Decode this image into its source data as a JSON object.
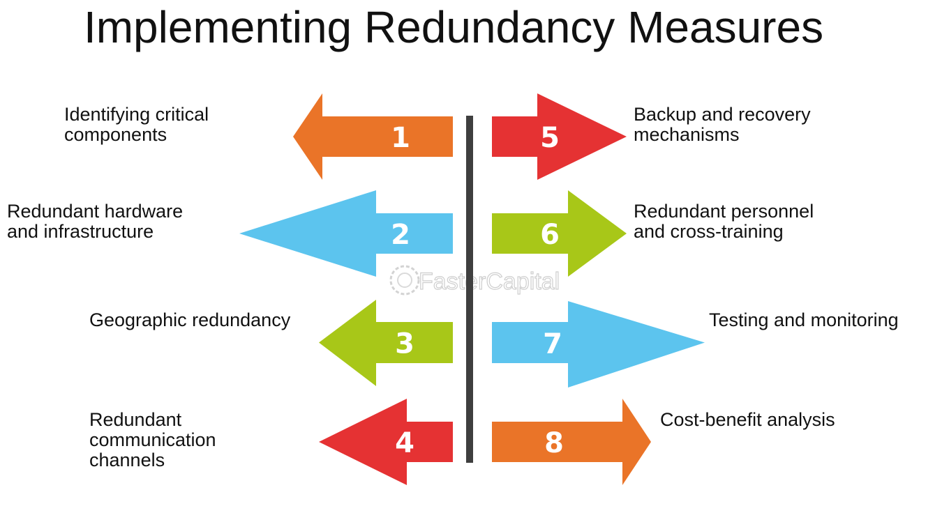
{
  "title": "Implementing Redundancy Measures",
  "watermark": "FasterCapital",
  "colors": {
    "orange": "#EA7428",
    "red": "#E53233",
    "blue": "#5CC4EE",
    "green": "#A8C718",
    "divider": "#3f3f3f"
  },
  "steps": [
    {
      "number": "1",
      "lines": [
        "Identifying critical",
        "components"
      ],
      "color": "#EA7428",
      "direction": "left"
    },
    {
      "number": "2",
      "lines": [
        "Redundant hardware",
        "and infrastructure"
      ],
      "color": "#5CC4EE",
      "direction": "left"
    },
    {
      "number": "3",
      "lines": [
        "Geographic redundancy"
      ],
      "color": "#A8C718",
      "direction": "left"
    },
    {
      "number": "4",
      "lines": [
        "Redundant",
        "communication",
        "channels"
      ],
      "color": "#E53233",
      "direction": "left"
    },
    {
      "number": "5",
      "lines": [
        "Backup and recovery",
        "mechanisms"
      ],
      "color": "#E53233",
      "direction": "right"
    },
    {
      "number": "6",
      "lines": [
        "Redundant personnel",
        "and cross-training"
      ],
      "color": "#A8C718",
      "direction": "right"
    },
    {
      "number": "7",
      "lines": [
        "Testing and monitoring"
      ],
      "color": "#5CC4EE",
      "direction": "right"
    },
    {
      "number": "8",
      "lines": [
        "Cost-benefit analysis"
      ],
      "color": "#EA7428",
      "direction": "right"
    }
  ]
}
